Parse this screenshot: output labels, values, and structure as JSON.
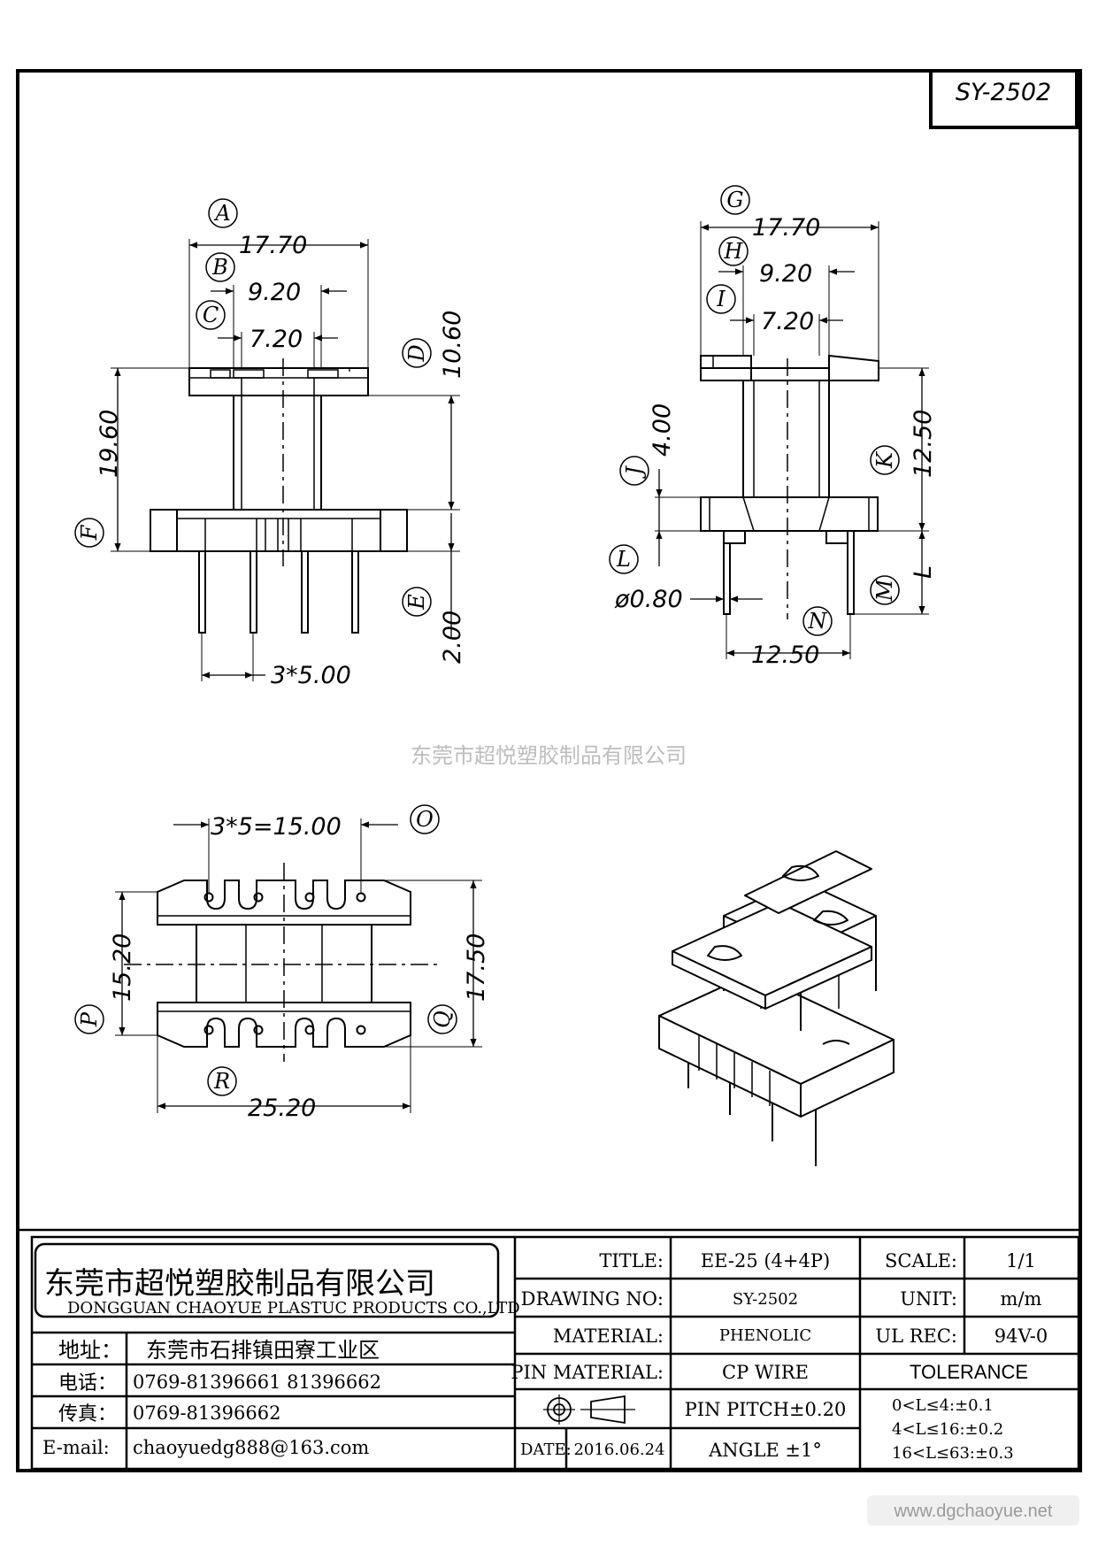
{
  "code": "SY-2502",
  "watermark": "东莞市超悦塑胶制品有限公司",
  "footer_url": "www.dgchaoyue.net",
  "views": {
    "front": {
      "labels": [
        "A",
        "B",
        "C",
        "D",
        "E",
        "F"
      ],
      "dims": {
        "a": "17.70",
        "b": "9.20",
        "c": "7.20",
        "d": "10.60",
        "f": "19.60",
        "e": "2.00",
        "pitch": "3*5.00"
      }
    },
    "side": {
      "labels": [
        "G",
        "H",
        "I",
        "J",
        "K",
        "L",
        "M",
        "N"
      ],
      "dims": {
        "g": "17.70",
        "h": "9.20",
        "i": "7.20",
        "j": "4.00",
        "k": "12.50",
        "l": "ø0.80",
        "m": "L",
        "n": "12.50"
      }
    },
    "bottom": {
      "labels": [
        "O",
        "P",
        "Q",
        "R"
      ],
      "dims": {
        "o": "3*5=15.00",
        "p": "15.20",
        "q": "17.50",
        "r": "25.20"
      }
    }
  },
  "title_block": {
    "company_cn": "东莞市超悦塑胶制品有限公司",
    "company_en": "DONGGUAN CHAOYUE PLASTUC PRODUCTS CO.,LTD",
    "address_label": "地址：",
    "address": "东莞市石排镇田寮工业区",
    "phone_label": "电话：",
    "phone": "0769-81396661   81396662",
    "fax_label": "传真：",
    "fax": "0769-81396662",
    "email_label": "E-mail:",
    "email": "chaoyuedg888@163.com",
    "title_label": "TITLE:",
    "title": "EE-25 (4+4P)",
    "drawing_no_label": "DRAWING NO:",
    "drawing_no": "SY-2502",
    "material_label": "MATERIAL:",
    "material": "PHENOLIC",
    "pin_material_label": "PIN MATERIAL:",
    "pin_material": "CP WIRE",
    "pin_pitch": "PIN PITCH±0.20",
    "date_label": "DATE:",
    "date": "2016.06.24",
    "angle": "ANGLE  ±1°",
    "scale_label": "SCALE:",
    "scale": "1/1",
    "unit_label": "UNIT:",
    "unit": "m/m",
    "ul_label": "UL REC:",
    "ul": "94V-0",
    "tolerance_label": "TOLERANCE",
    "tolerances": [
      "0<L≤4:±0.1",
      "4<L≤16:±0.2",
      "16<L≤63:±0.3"
    ]
  }
}
